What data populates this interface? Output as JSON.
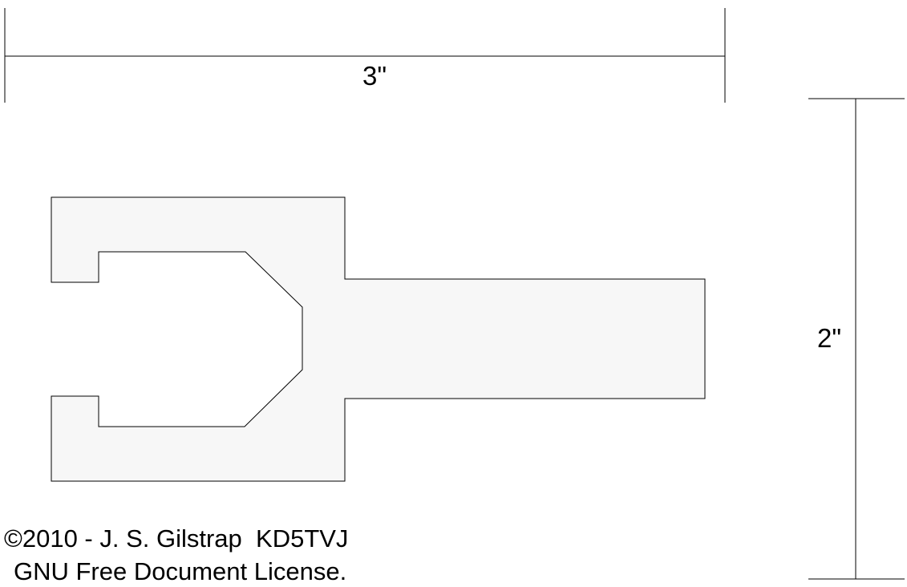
{
  "diagram": {
    "dimensions": {
      "width_label": "3\"",
      "height_label": "2\""
    },
    "credits": {
      "copyright": "©2010 - J. S. Gilstrap  KD5TVJ",
      "license": "GNU Free Document License."
    },
    "colors": {
      "part_fill": "#f7f7f7",
      "line": "#000000",
      "background": "#ffffff"
    }
  }
}
